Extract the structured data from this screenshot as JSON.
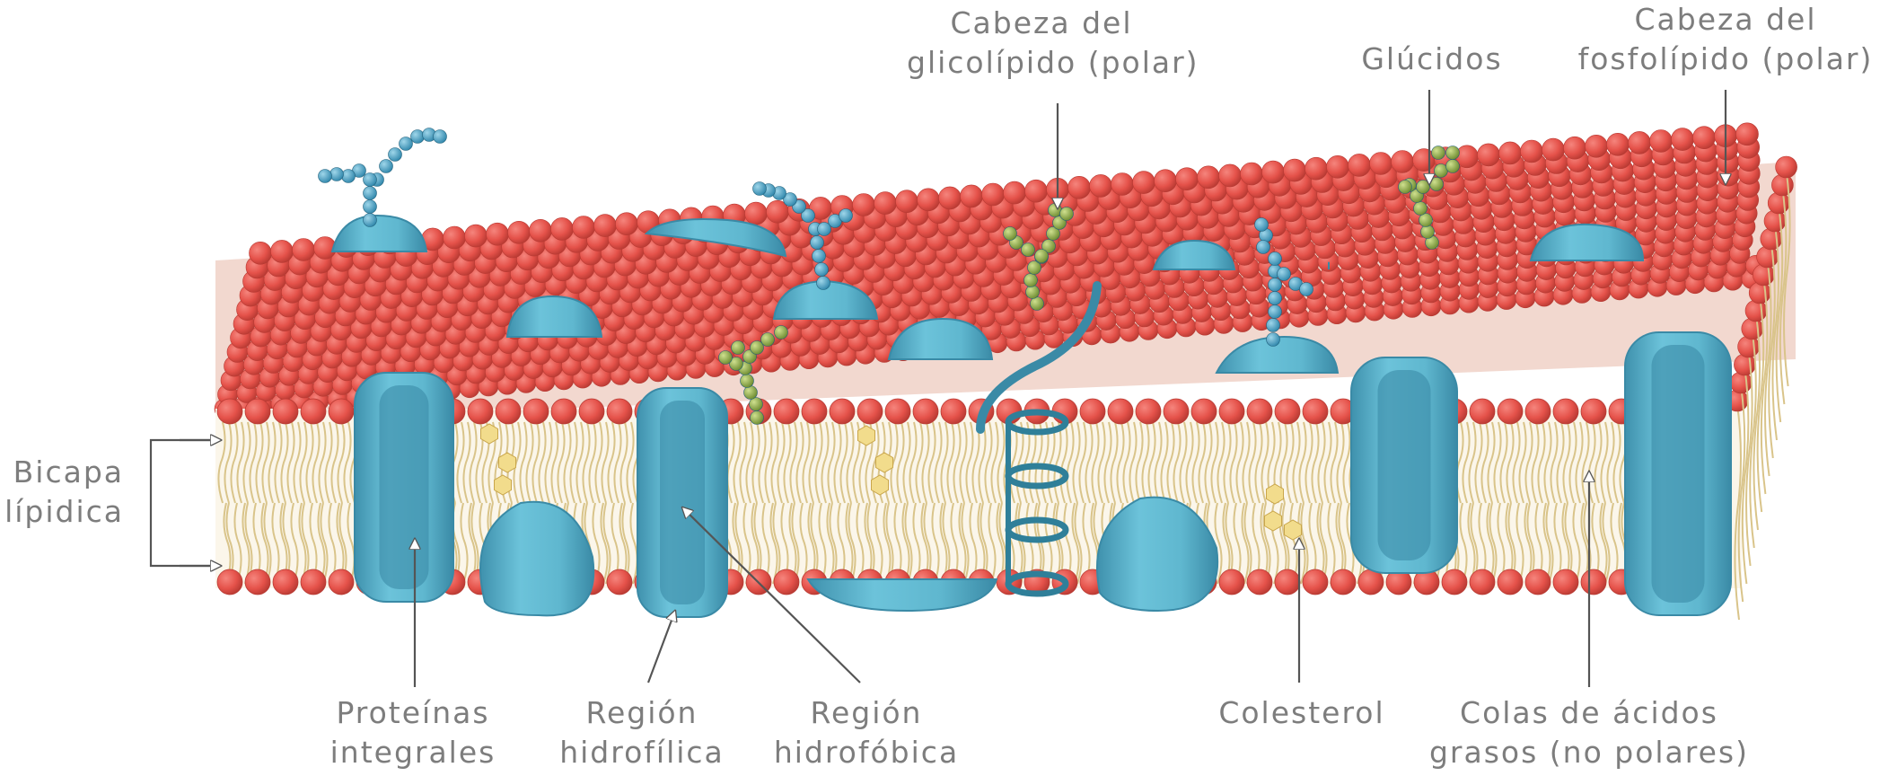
{
  "labels": {
    "glycolipid_head": [
      "Cabeza del",
      "glicolípido (polar)"
    ],
    "carbohydrates": [
      "Glúcidos"
    ],
    "phospholipid_head": [
      "Cabeza del",
      "fosfolípido (polar)"
    ],
    "lipid_bilayer": [
      "Bicapa",
      "lípidica"
    ],
    "integral_proteins": [
      "Proteínas",
      "integrales"
    ],
    "hydrophilic_region": [
      "Región",
      "hidrofílica"
    ],
    "hydrophobic_region": [
      "Región",
      "hidrofóbica"
    ],
    "cholesterol": [
      "Colesterol"
    ],
    "fatty_acid_tails": [
      "Colas de ácidos",
      "grasos (no polares)"
    ]
  },
  "colors": {
    "phospholipid_head": "#e5524a",
    "phospholipid_head_dark": "#b83a33",
    "fatty_acid_tail": "#d9c48a",
    "protein": "#5fb7cf",
    "protein_dark": "#3a8aa6",
    "glycoprotein_sugar": "#4aa3c7",
    "glycolipid_sugar": "#8fb04a",
    "cholesterol": "#f2dc8c",
    "label_text": "#7d7d7d",
    "arrow": "#8a8a8a"
  }
}
